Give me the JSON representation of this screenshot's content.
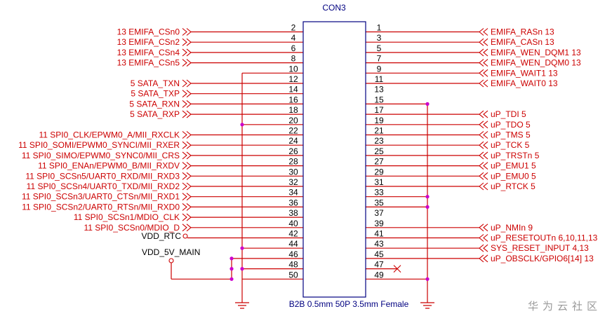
{
  "connector": {
    "title": "CON3",
    "footprint": "B2B 0.5mm 50P 3.5mm Female"
  },
  "watermark": "华为云社区",
  "left_nets": [
    {
      "pin": "2",
      "label": "13  EMIFA_CSn0"
    },
    {
      "pin": "4",
      "label": "13  EMIFA_CSn2"
    },
    {
      "pin": "6",
      "label": "13  EMIFA_CSn4"
    },
    {
      "pin": "8",
      "label": "13  EMIFA_CSn5"
    },
    {
      "pin": "12",
      "label": "5  SATA_TXN"
    },
    {
      "pin": "14",
      "label": "5  SATA_TXP"
    },
    {
      "pin": "16",
      "label": "5  SATA_RXN"
    },
    {
      "pin": "18",
      "label": "5  SATA_RXP"
    },
    {
      "pin": "22",
      "label": "11  SPI0_CLK/EPWM0_A/MII_RXCLK"
    },
    {
      "pin": "24",
      "label": "11  SPI0_SOMI/EPWM0_SYNCI/MII_RXER"
    },
    {
      "pin": "26",
      "label": "11  SPI0_SIMO/EPWM0_SYNC0/MII_CRS"
    },
    {
      "pin": "28",
      "label": "11  SPI0_ENAn/EPWM0_B/MII_RXDV"
    },
    {
      "pin": "30",
      "label": "11  SPI0_SCSn5/UART0_RXD/MII_RXD3"
    },
    {
      "pin": "32",
      "label": "11  SPI0_SCSn4/UART0_TXD/MII_RXD2"
    },
    {
      "pin": "34",
      "label": "11  SPI0_SCSn3/UART0_CTSn/MII_RXD1"
    },
    {
      "pin": "36",
      "label": "11  SPI0_SCSn2/UART0_RTSn/MII_RXD0"
    },
    {
      "pin": "38",
      "label": "11  SPI0_SCSn1/MDIO_CLK"
    },
    {
      "pin": "40",
      "label": "11  SPI0_SCSn0/MDIO_D"
    }
  ],
  "right_nets": [
    {
      "pin": "1",
      "label": "EMIFA_RASn  13"
    },
    {
      "pin": "3",
      "label": "EMIFA_CASn  13"
    },
    {
      "pin": "5",
      "label": "EMIFA_WEN_DQM1  13"
    },
    {
      "pin": "7",
      "label": "EMIFA_WEN_DQM0  13"
    },
    {
      "pin": "9",
      "label": "EMIFA_WAIT1  13"
    },
    {
      "pin": "11",
      "label": "EMIFA_WAIT0  13"
    },
    {
      "pin": "17",
      "label": "uP_TDI  5"
    },
    {
      "pin": "19",
      "label": "uP_TDO  5"
    },
    {
      "pin": "21",
      "label": "uP_TMS  5"
    },
    {
      "pin": "23",
      "label": "uP_TCK  5"
    },
    {
      "pin": "25",
      "label": "uP_TRSTn  5"
    },
    {
      "pin": "27",
      "label": "uP_EMU1  5"
    },
    {
      "pin": "29",
      "label": "uP_EMU0  5"
    },
    {
      "pin": "31",
      "label": "uP_RTCK  5"
    },
    {
      "pin": "39",
      "label": "uP_NMIn  9"
    },
    {
      "pin": "41",
      "label": "uP_RESETOUTn  6,10,11,13"
    },
    {
      "pin": "43",
      "label": "SYS_RESET_INPUT  4,13"
    },
    {
      "pin": "45",
      "label": "uP_OBSCLK/GPIO6[14]  13"
    }
  ],
  "power_nets": [
    {
      "pin": "42",
      "label": "VDD_RTC"
    },
    {
      "pin": "46",
      "label": "VDD_5V_MAIN"
    }
  ],
  "left_pin_numbers": [
    "2",
    "4",
    "6",
    "8",
    "10",
    "12",
    "14",
    "16",
    "18",
    "20",
    "22",
    "24",
    "26",
    "28",
    "30",
    "32",
    "34",
    "36",
    "38",
    "40",
    "42",
    "44",
    "46",
    "48",
    "50"
  ],
  "right_pin_numbers": [
    "1",
    "3",
    "5",
    "7",
    "9",
    "11",
    "13",
    "15",
    "17",
    "19",
    "21",
    "23",
    "25",
    "27",
    "29",
    "31",
    "33",
    "35",
    "37",
    "39",
    "41",
    "43",
    "45",
    "47",
    "49"
  ],
  "colors": {
    "wire": "#cc0000",
    "junction": "#cc00cc",
    "body": "#000080",
    "net_text": "#cc0000",
    "pin_text": "#000000",
    "title_text": "#000080",
    "no_connect": "#cc0000"
  }
}
